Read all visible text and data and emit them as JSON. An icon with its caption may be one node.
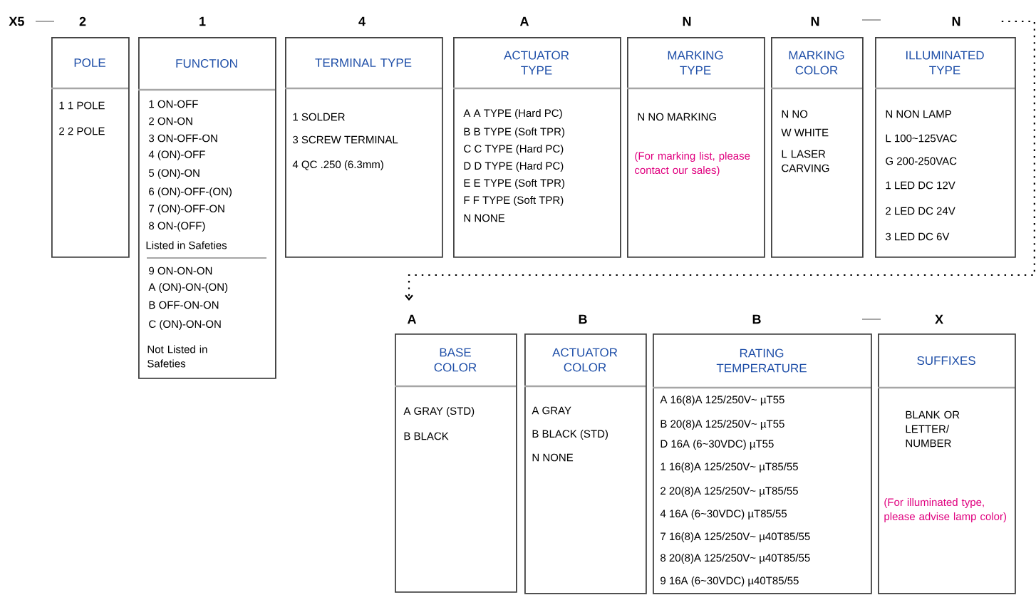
{
  "diagram": {
    "nodes": [
      {
        "text": [
          "POLE",
          "1 1 POLE",
          "2 2 POLE"
        ],
        "beside": [
          "2"
        ]
      },
      {
        "text": [
          "FUNCTION",
          "1 ON-OFF",
          "2 ON-ON",
          "3 ON-OFF-ON",
          "4 (ON)-OFF",
          "5 (ON)-ON",
          "6 (ON)-OFF-(ON)",
          "7 (ON)-OFF-ON",
          "8 ON-(OFF)",
          "Listed in Safeties",
          "9 ON-ON-ON",
          "A (ON)-ON-(ON)",
          "B OFF-ON-ON",
          "C (ON)-ON-ON",
          "Not Listed in Safeties"
        ],
        "beside": [
          "1"
        ]
      },
      {
        "text": [
          "TERMINAL TYPE",
          "1 SOLDER",
          "3 SCREW TERMINAL",
          "4 QC .250 (6.3mm)"
        ],
        "beside": [
          "4"
        ]
      },
      {
        "text": [
          "ACTUATOR TYPE",
          "A A TYPE (Hard PC)",
          "B B TYPE (Soft TPR)",
          "C C TYPE (Hard PC)",
          "D D TYPE (Hard PC)",
          "E E TYPE (Soft TPR)",
          "F F TYPE (Soft TPR)",
          "N NONE"
        ],
        "beside": [
          "A"
        ]
      },
      {
        "text": [
          "MARKING TYPE",
          "N NO MARKING",
          "(For marking list, please contact our sales)"
        ],
        "beside": [
          "N"
        ]
      },
      {
        "text": [
          "MARKING COLOR",
          "N NO",
          "W WHITE",
          "L LASER CARVING"
        ],
        "beside": [
          "N"
        ]
      },
      {
        "text": [
          "ILLUMINATED TYPE",
          "N NON LAMP",
          "L 100~125VAC",
          "G 200-250VAC",
          "1 LED DC 12V",
          "2 LED DC 24V",
          "3 LED DC 6V"
        ],
        "beside": [
          "N"
        ]
      },
      {
        "text": [
          "BASE COLOR",
          "A GRAY (STD)",
          "B BLACK"
        ],
        "beside": [
          "A"
        ]
      },
      {
        "text": [
          "ACTUATOR COLOR",
          "A GRAY",
          "B BLACK (STD)",
          "N NONE"
        ],
        "beside": [
          "B"
        ]
      },
      {
        "text": [
          "RATING TEMPERATURE",
          "A 16(8)A 125/250V~ µT55",
          "B 20(8)A 125/250V~ µT55",
          "D 16A (6~30VDC) µT55",
          "1 16(8)A 125/250V~ µT85/55",
          "2 20(8)A 125/250V~ µT85/55",
          "4 16A (6~30VDC) µT85/55",
          "7 16(8)A 125/250V~ µ40T85/55",
          "8 20(8)A 125/250V~ µ40T85/55",
          "9 16A (6~30VDC) µ40T85/55"
        ],
        "beside": [
          "B"
        ]
      },
      {
        "text": [
          "SUFFIXES",
          "BLANK OR LETTER/ NUMBER",
          "(For illuminated type, please advise lamp color)"
        ],
        "beside": [
          "X"
        ]
      }
    ],
    "edges": [
      {
        "from": 6,
        "to": 7,
        "arrow": "to",
        "style": "dashed"
      }
    ],
    "labels": [
      "X5"
    ]
  }
}
